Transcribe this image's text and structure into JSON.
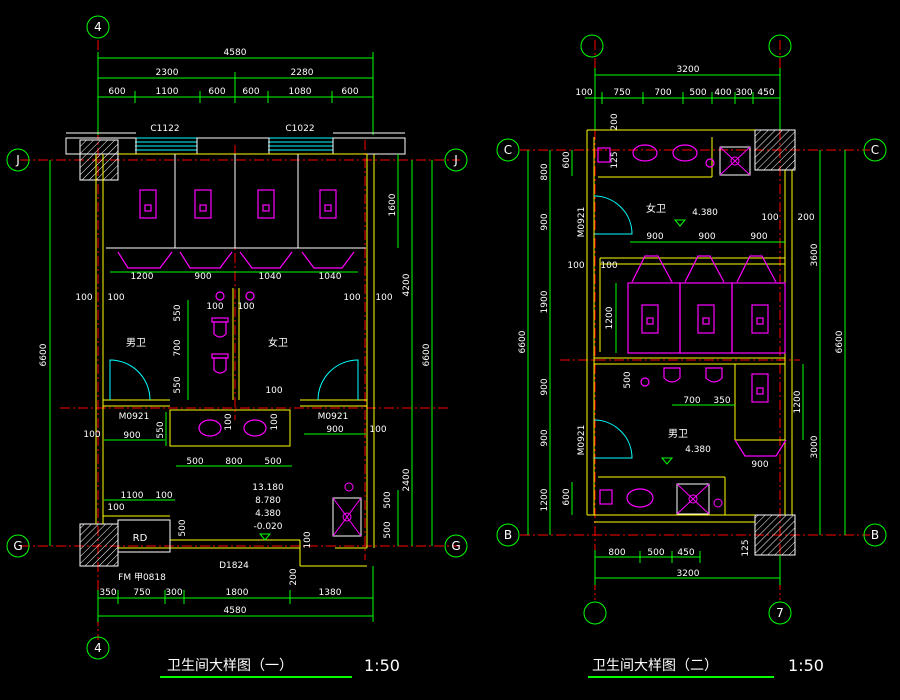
{
  "colors": {
    "background": "#000000",
    "wall": "#ffff00",
    "dimension": "#00ff00",
    "axis_line": "#ff0000",
    "fixture": "#ff00ff",
    "window": "#00ffff",
    "text": "#ffffff"
  },
  "plan1": {
    "title": "卫生间大样图（一）",
    "scale": "1:50",
    "axes": {
      "top": "4",
      "bottom": "4",
      "left_top": "J",
      "right_top": "J",
      "left_bottom": "G",
      "right_bottom": "G"
    },
    "dims_top_total": "4580",
    "dims_top_mid": [
      "2300",
      "2280"
    ],
    "dims_top_fine": [
      "600",
      "1100",
      "600",
      "600",
      "1080",
      "600"
    ],
    "windows": [
      "C1122",
      "C1022"
    ],
    "stall_dims": [
      "1200",
      "900",
      "1040",
      "1040"
    ],
    "right_dims": [
      "1600",
      "4200",
      "6600",
      "2400",
      "500",
      "500"
    ],
    "left_dim": "6600",
    "side_100": [
      "100",
      "100",
      "100",
      "100",
      "100",
      "100",
      "100",
      "100",
      "100",
      "100"
    ],
    "urinal_dims": [
      "550",
      "700",
      "550"
    ],
    "room_men": "男卫",
    "room_women": "女卫",
    "doors": [
      "M0921",
      "M0921"
    ],
    "door_dims": [
      "900",
      "900"
    ],
    "sink_dims": [
      "550",
      "500",
      "800",
      "500",
      "100",
      "100"
    ],
    "lower_dims": [
      "1100",
      "100",
      "100",
      "500"
    ],
    "elevations": [
      "13.180",
      "8.780",
      "4.380",
      "-0.020"
    ],
    "rd": "RD",
    "fm": "FM 甲0818",
    "d_code": "D1824",
    "bottom_dims": [
      "350",
      "750",
      "300",
      "1800",
      "1380"
    ],
    "bottom_total": "4580",
    "bottom_200": "200",
    "v100": "100"
  },
  "plan2": {
    "title": "卫生间大样图（二）",
    "scale": "1:50",
    "axes": {
      "top_left": "",
      "top_right": "",
      "left_top": "C",
      "right_top": "C",
      "left_bottom": "B",
      "right_bottom": "B",
      "bottom_left": "",
      "bottom_right": "7"
    },
    "dims_top_total": "3200",
    "dims_top_fine": [
      "100",
      "750",
      "700",
      "500",
      "400",
      "300",
      "450"
    ],
    "dim_200": "200",
    "dim_125": [
      "125",
      "125"
    ],
    "left_dims": [
      "800",
      "900",
      "1900",
      "900",
      "900",
      "1200"
    ],
    "left_total": "6600",
    "dim_600": [
      "600",
      "600"
    ],
    "doors": [
      "M0921",
      "M0921"
    ],
    "room_women": "女卫",
    "room_men": "男卫",
    "elev": [
      "4.380",
      "4.380"
    ],
    "stall_dims": [
      "900",
      "900",
      "900"
    ],
    "dims_100": [
      "100",
      "100",
      "100",
      "200"
    ],
    "right_dims": [
      "3600",
      "6600",
      "1200",
      "3000"
    ],
    "stall_height": "1200",
    "urinal_dims": [
      "500",
      "700",
      "350",
      "900"
    ],
    "bottom_dims": [
      "800",
      "500",
      "450"
    ],
    "bottom_total": "3200"
  }
}
